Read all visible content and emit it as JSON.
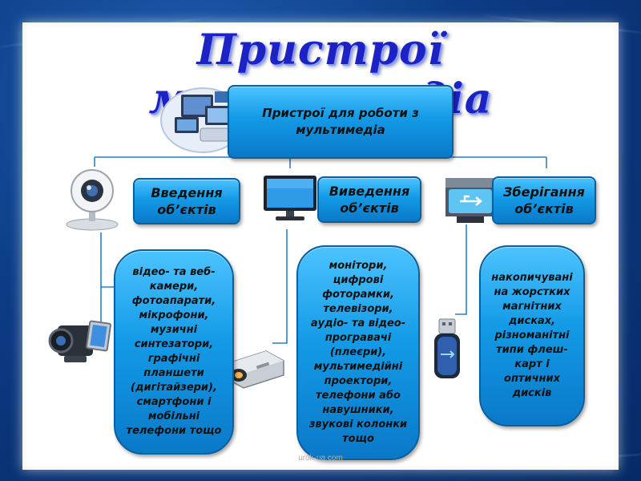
{
  "slide": {
    "title": "Пристрої мультимедіа",
    "footer": "urok-ua.com"
  },
  "diagram": {
    "root": {
      "label": "Пристрої для роботи з мультимедіа"
    },
    "categories": [
      {
        "label": "Введення об’єктів",
        "items": "відео- та веб-камери, фотоапарати, мікрофони, музичні синтезатори, графічні планшети (дигітайзери), смартфони і мобільні телефони тощо",
        "icons": [
          "webcam-icon",
          "camcorder-icon"
        ]
      },
      {
        "label": "Виведення об’єктів",
        "items": "монітори, цифрові фоторамки, телевізори, аудіо- та відео-програвачі (плеєри), мультимедійні проектори, телефони або навушники, звукові колонки тощо",
        "icons": [
          "monitor-icon",
          "projector-icon"
        ]
      },
      {
        "label": "Зберігання об’єктів",
        "items": "накопичувані на жорстких магнітних дисках, різноманітні типи флеш-карт і оптичних дисків",
        "icons": [
          "usb-drive-icon",
          "flash-drive-icon"
        ]
      }
    ]
  },
  "colors": {
    "title": "#1c22c4",
    "box": "#139ae6",
    "connector": "#2a7fc9",
    "background": "#0d3c86"
  }
}
